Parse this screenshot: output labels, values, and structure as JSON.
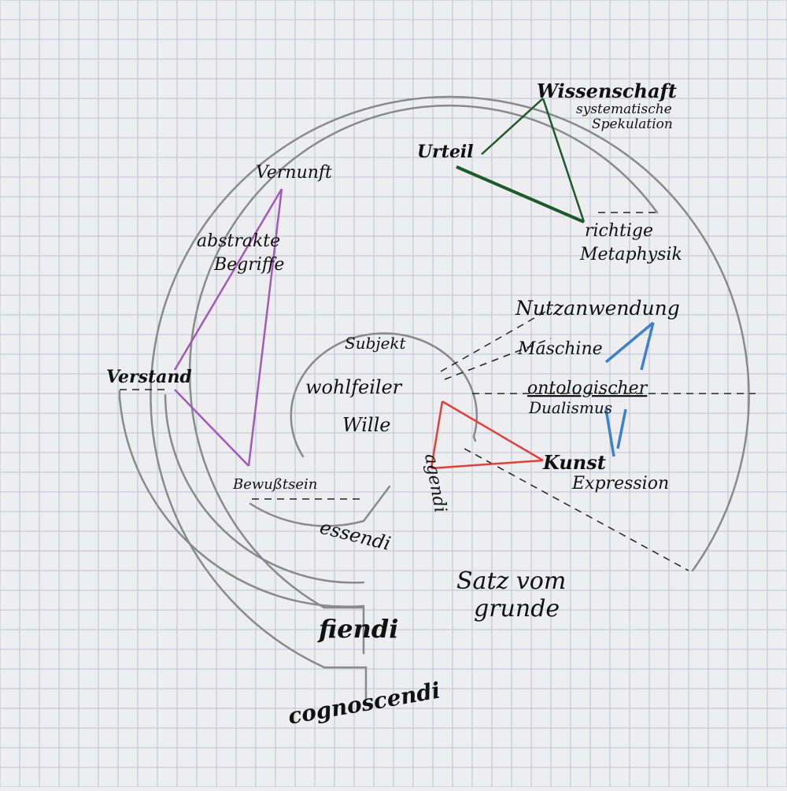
{
  "colors": {
    "paper": "#eeedf0",
    "grid": "#b9c3d6",
    "pencil": "#8a8a8a",
    "ink": "#111111",
    "green": "#1f5a2a",
    "purple": "#a05ab8",
    "blue": "#3c82c8",
    "red": "#e0403c"
  },
  "labels": {
    "wissenschaft": "Wissenschaft",
    "systematische": "systematische",
    "spekulation": "Spekulation",
    "urteil": "Urteil",
    "richtige": "richtige",
    "metaphysik": "Metaphysik",
    "vernunft": "Vernunft",
    "abstrakte": "abstrakte",
    "begriffe": "Begriffe",
    "verstand": "Verstand",
    "bewusstsein": "Bewußtsein",
    "subjekt": "Subjekt",
    "wohlfeiler": "wohlfeiler",
    "wille": "Wille",
    "nutzanwendung": "Nutzanwendung",
    "maschine": "Maschine",
    "ontologischer": "ontologischer",
    "dualismus": "Dualismus",
    "kunst": "Kunst",
    "expression": "Expression",
    "agendi": "agendi",
    "essendi": "essendi",
    "satz_vom": "Satz vom",
    "grunde": "grunde",
    "fiendi": "fiendi",
    "cognoscendi": "cognoscendi"
  }
}
